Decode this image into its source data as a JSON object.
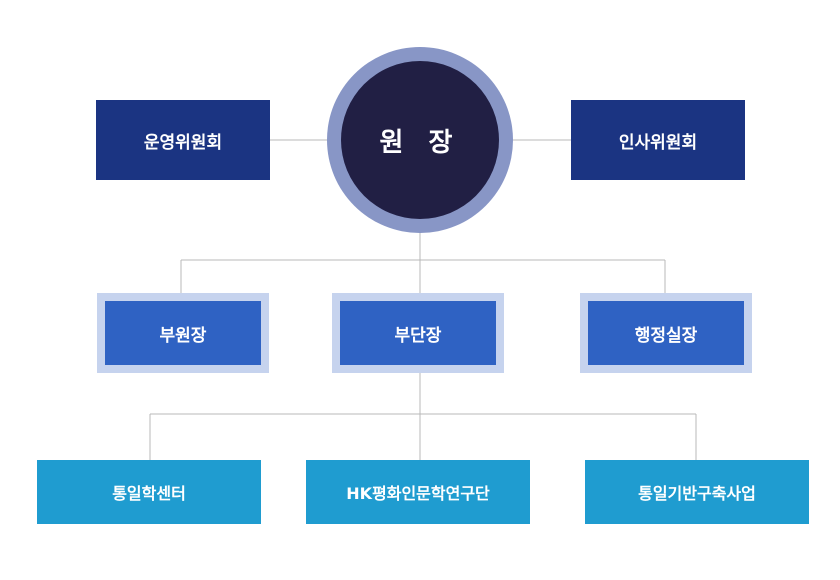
{
  "director": {
    "label": "원 장"
  },
  "committees": [
    {
      "label": "운영위원회"
    },
    {
      "label": "인사위원회"
    }
  ],
  "deputies": [
    {
      "label": "부원장"
    },
    {
      "label": "부단장"
    },
    {
      "label": "행정실장"
    }
  ],
  "units": [
    {
      "label": "통일학센터"
    },
    {
      "label": "HK평화인문학연구단"
    },
    {
      "label": "통일기반구축사업"
    }
  ],
  "colors": {
    "navy": "#1b3482",
    "circle_ring": "#8896c6",
    "circle_core": "#211f44",
    "blue_box": "#2f62c3",
    "blue_frame": "#c6d3ee",
    "teal_box": "#1f9cd0",
    "connector": "#b8b8b8"
  }
}
